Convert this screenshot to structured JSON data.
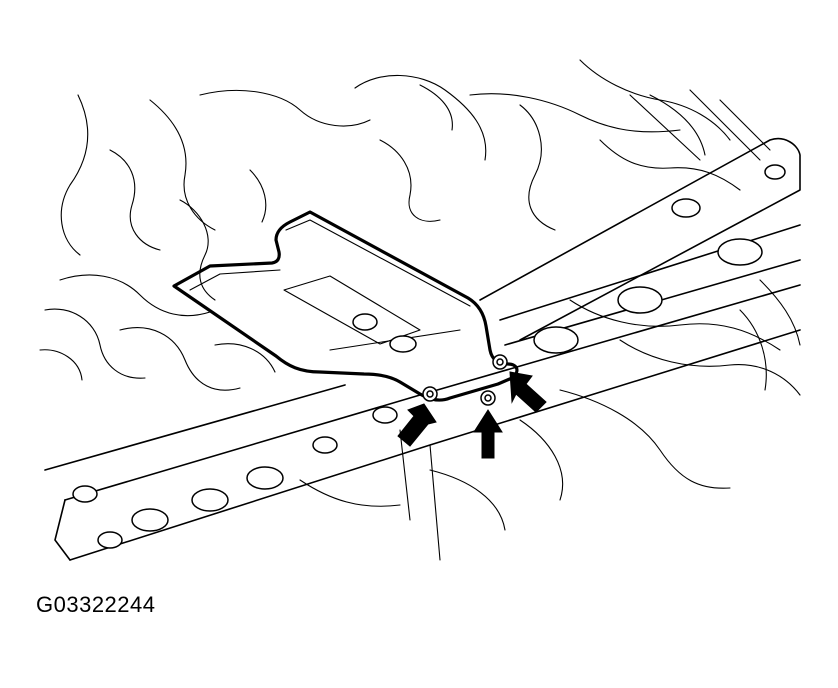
{
  "figure": {
    "caption": "G03322244",
    "callouts": [
      {
        "name": "arrow-left-bolt",
        "points_to": "bolt-left"
      },
      {
        "name": "arrow-center-bolt",
        "points_to": "bolt-center"
      },
      {
        "name": "arrow-right-bolt",
        "points_to": "bolt-right"
      }
    ]
  }
}
